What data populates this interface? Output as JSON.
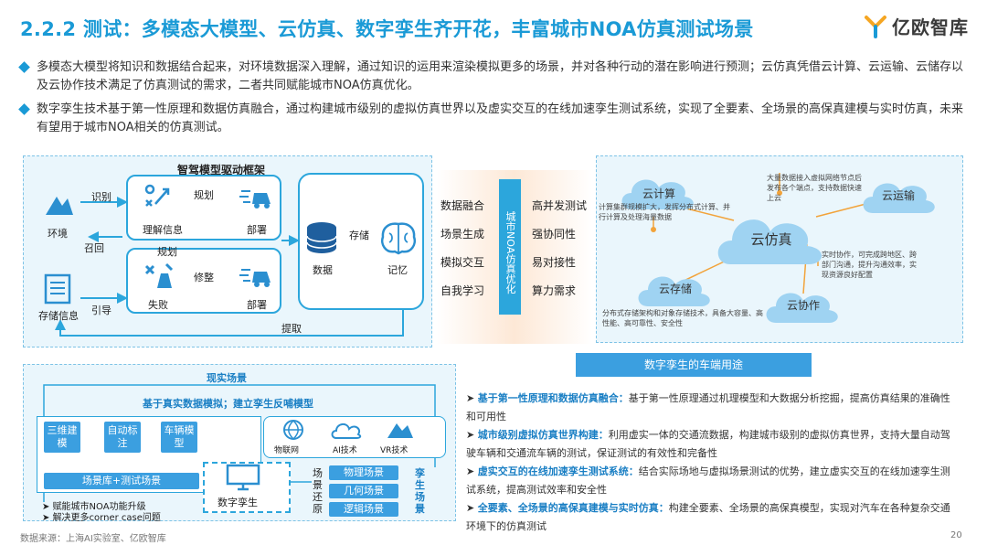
{
  "header": {
    "title": "2.2.2 测试：多模态大模型、云仿真、数字孪生齐开花，丰富城市NOA仿真测试场景",
    "brand": "亿欧智库"
  },
  "bullets": [
    "多模态大模型将知识和数据结合起来，对环境数据深入理解，通过知识的运用来渲染模拟更多的场景，并对各种行动的潜在影响进行预测；云仿真凭借云计算、云运输、云储存以及云协作技术满足了仿真测试的需求，二者共同赋能城市NOA仿真优化。",
    "数字孪生技术基于第一性原理和数据仿真融合，通过构建城市级别的虚拟仿真世界以及虚实交互的在线加速孪生测试系统，实现了全要素、全场景的高保真建模与实时仿真，未来有望用于城市NOA相关的仿真测试。"
  ],
  "model_diagram": {
    "title": "智驾模型驱动框架",
    "env": "环境",
    "identify": "识别",
    "understand": "理解信息",
    "plan": "规划",
    "deploy1": "部署",
    "recall": "召回",
    "plan2": "规划",
    "failure": "失败",
    "fix": "修整",
    "deploy2": "部署",
    "storage_info": "存储信息",
    "guide": "引导",
    "data": "数据",
    "store": "存储",
    "memory": "记忆",
    "extract": "提取"
  },
  "center": {
    "left_items": [
      "数据融合",
      "场景生成",
      "模拟交互",
      "自我学习"
    ],
    "vertical": "城市NOA仿真优化",
    "right_items": [
      "高并发测试",
      "强协同性",
      "易对接性",
      "算力需求"
    ]
  },
  "cloud_diagram": {
    "compute": "云计算",
    "transport": "云运输",
    "sim": "云仿真",
    "storage": "云存储",
    "collab": "云协作",
    "note_compute": "计算集群规模扩大，发挥分布式计算、并行计算及处理海量数据",
    "note_transport": "大量数据接入虚拟网络节点后发布各个端点，支持数据快速上云",
    "note_collab": "实时协作，可完成跨地区、跨部门沟通，提升沟通效率，实现资源良好配置",
    "note_storage": "分布式存储架构和对象存储技术，具备大容量、高性能、高可靠性、安全性"
  },
  "twin_diagram": {
    "real_scene": "现实场景",
    "subtitle": "基于真实数据模拟；建立孪生反哺模型",
    "tools": [
      "三维建模",
      "自动标注",
      "车辆模型"
    ],
    "icons": [
      "物联网",
      "AI技术",
      "VR技术"
    ],
    "library": "场景库+测试场景",
    "digital_twin": "数字孪生",
    "restore": "场景还原",
    "scenes": [
      "物理场景",
      "几何场景",
      "逻辑场景"
    ],
    "twin_scene": "孪生场景",
    "benefits": [
      "赋能城市NOA功能升级",
      "解决更多corner case问题"
    ]
  },
  "applications": {
    "header": "数字孪生的车端用途",
    "items": [
      {
        "title": "基于第一性原理和数据仿真融合：",
        "text": "基于第一性原理通过机理模型和大数据分析挖掘，提高仿真结果的准确性和可用性"
      },
      {
        "title": "城市级别虚拟仿真世界构建：",
        "text": "利用虚实一体的交通流数据，构建城市级别的虚拟仿真世界，支持大量自动驾驶车辆和交通流车辆的测试，保证测试的有效性和完备性"
      },
      {
        "title": "虚实交互的在线加速孪生测试系统：",
        "text": "结合实际场地与虚拟场景测试的优势，建立虚实交互的在线加速孪生测试系统，提高测试效率和安全性"
      },
      {
        "title": "全要素、全场景的高保真建模与实时仿真：",
        "text": "构建全要素、全场景的高保真模型，实现对汽车在各种复杂交通环境下的仿真测试"
      }
    ]
  },
  "footer": {
    "source": "数据来源：上海AI实验室、亿欧智库",
    "page": "20"
  },
  "colors": {
    "accent": "#1a9ad6",
    "panel": "#eaf6fc",
    "box_border": "#2ca6dc",
    "pill": "#3b9fe0"
  }
}
